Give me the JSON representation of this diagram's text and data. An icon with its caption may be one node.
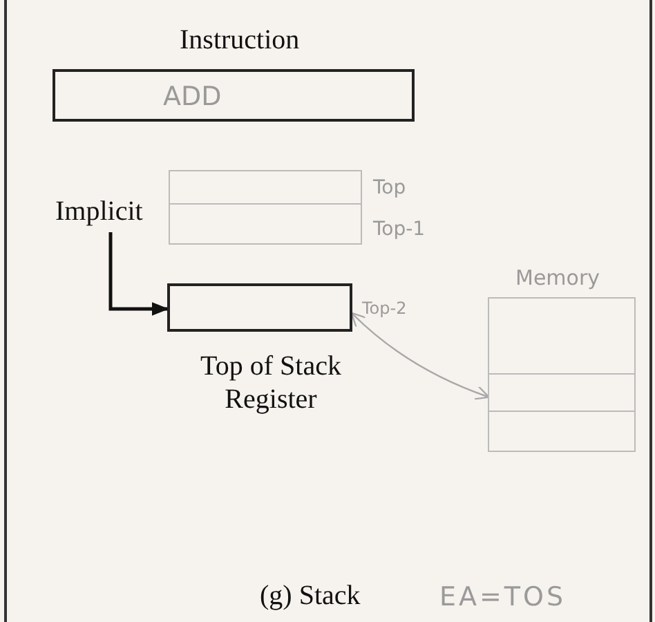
{
  "diagram": {
    "caption": "(g) Stack",
    "nodes": [
      {
        "text": [
          "Instruction",
          "ADD"
        ]
      },
      {
        "text": [
          "Implicit"
        ]
      },
      {
        "text": [],
        "shape": "box",
        "beside": [
          "Top",
          "Top-1"
        ]
      },
      {
        "text": [
          "Top of Stack Register"
        ],
        "beside": [
          "Top-2"
        ]
      },
      {
        "text": [
          "Memory"
        ]
      }
    ],
    "edges": [
      {
        "from": 1,
        "to": 3,
        "arrow": "to"
      },
      {
        "from": 3,
        "to": 4,
        "arrow": "both",
        "color": "#a8a8a8"
      }
    ],
    "labels": [
      "EA=TOS"
    ]
  }
}
